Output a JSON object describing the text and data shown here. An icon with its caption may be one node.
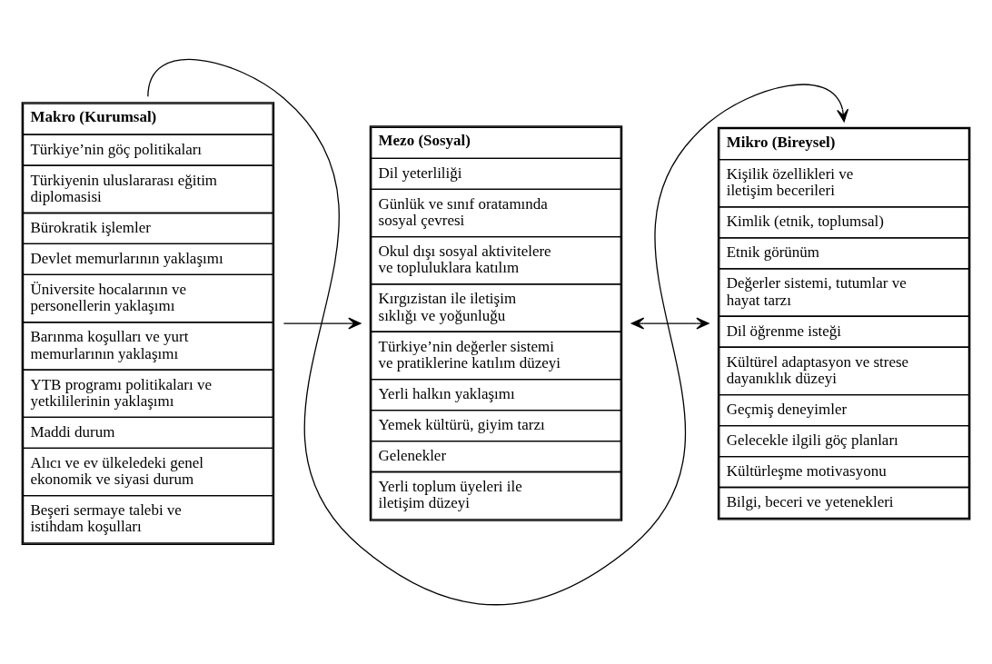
{
  "diagram": {
    "nodes": [
      {
        "text": [
          "Makro (Kurumsal)",
          "Türkiye’nin göç politikaları",
          "Türkiyenin uluslararası eğitim diplomasisi",
          "Bürokratik işlemler",
          "Devlet memurlarının yaklaşımı",
          "Üniversite hocalarının ve personellerin yaklaşımı",
          "Barınma koşulları ve yurt memurlarının yaklaşımı",
          "YTB programı politikaları ve yetkililerinin yaklaşımı",
          "Maddi durum",
          "Alıcı ve ev ülkeledeki genel ekonomik ve siyasi durum",
          "Beşeri sermaye talebi ve istihdam koşulları"
        ]
      },
      {
        "text": [
          "Mezo (Sosyal)",
          "Dil yeterliliği",
          "Günlük ve sınıf oratamında sosyal çevresi",
          "Okul dışı sosyal aktivitelere ve topluluklara katılım",
          "Kırgızistan ile iletişim sıklığı ve yoğunluğu",
          "Türkiye’nin değerler sistemi ve pratiklerine katılım düzeyi",
          "Yerli halkın yaklaşımı",
          "Yemek kültürü, giyim tarzı",
          "Gelenekler",
          "Yerli toplum üyeleri ile iletişim düzeyi"
        ]
      },
      {
        "text": [
          "Mikro (Bireysel)",
          "Kişilik özellikleri ve iletişim becerileri",
          "Kimlik (etnik, toplumsal)",
          "Etnik görünüm",
          "Değerler sistemi, tutumlar ve hayat tarzı",
          "Dil öğrenme isteği",
          "Kültürel adaptasyon ve strese dayanıklık düzeyi",
          "Geçmiş deneyimler",
          "Gelecekle ilgili göç planları",
          "Kültürleşme motivasyonu",
          "Bilgi, beceri ve yetenekleri"
        ]
      }
    ],
    "edges": [
      {
        "from": 0,
        "to": 1,
        "arrow": "to"
      },
      {
        "from": 1,
        "to": 2,
        "arrow": "both"
      },
      {
        "from": 0,
        "to": 2,
        "arrow": "to"
      }
    ]
  }
}
